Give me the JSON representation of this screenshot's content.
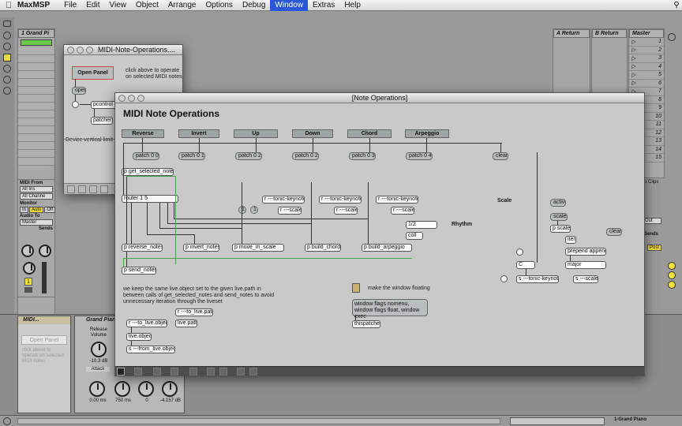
{
  "menubar": {
    "app": "MaxMSP",
    "items": [
      "File",
      "Edit",
      "View",
      "Object",
      "Arrange",
      "Options",
      "Debug",
      "Window",
      "Extras",
      "Help"
    ],
    "active": "Window"
  },
  "live": {
    "track1": "1 Grand Pi",
    "a_return": "A Return",
    "b_return": "B Return",
    "master": "Master",
    "master_rows": [
      "1",
      "2",
      "3",
      "4",
      "5",
      "6",
      "7",
      "8",
      "9",
      "10",
      "11",
      "12",
      "13",
      "14",
      "15"
    ],
    "stop_clips": "p Clips",
    "midi_from": "MIDI From",
    "midi_from_value": "All Ins",
    "channel_value": "All Channe",
    "monitor": "Monitor",
    "monitor_in": "In",
    "monitor_auto": "Auto",
    "monitor_off": "Off",
    "audio_to": "Audio To",
    "audio_to_value": "Master",
    "sends": "Sends",
    "track_num": "1",
    "out": "Out",
    "sends_right": "Sends",
    "post": "Post",
    "device_title": "MIDI...",
    "device_open_panel": "Open Panel",
    "device_comment": "click above to operate on selected MIDI notes",
    "grand_piano": "Grand Piano",
    "release_volume": "Release Volume",
    "release_value": "-10.3 dB",
    "attack": "Attack",
    "attack_value": "0.00 ms",
    "v750": "750 ms",
    "v0": "0",
    "v4157": "-4.157 dB",
    "bottom_track": "1-Grand Piano"
  },
  "small_window": {
    "title": "MIDI-Note-Operations....",
    "open_panel": "Open Panel",
    "comment": "click above to operate on selected MIDI notes",
    "open": "open",
    "pcontrol": "pcontrol",
    "patcher": "patcher",
    "device_vertical": "Device vertical limit"
  },
  "main_window": {
    "title": "[Note Operations]",
    "heading": "MIDI Note Operations",
    "buttons": [
      "Reverse",
      "Invert",
      "Up",
      "Down",
      "Chord",
      "Arpeggio"
    ],
    "patch_msgs": [
      "patch 0 0",
      "patch 0 1",
      "patch 0 2",
      "patch 0 2",
      "patch 0 3",
      "patch 0 4"
    ],
    "clear1": "clear",
    "get_selected": "p get_selected_notes",
    "router": "router 1 5",
    "tonic1": "r ---tonic-keynote",
    "tonic2": "r ---tonic-keynote",
    "tonic3": "r ---tonic-keynote",
    "scale1": "r ---scale",
    "scale2": "r ---scale",
    "scale3": "r ---scale",
    "num1": "1",
    "num2": "1",
    "rhythm_value": "1/2",
    "rhythm_label": "Rhythm",
    "coll": "coll",
    "subpatches": [
      "p reverse_notes",
      "p invert_notes",
      "p move_in_scale",
      "p build_chord",
      "p build_arpeggio"
    ],
    "send_notes": "p send_notes",
    "scale_label": "Scale",
    "active": "active",
    "scales": "scales",
    "p_scales": "p scales",
    "iter": "iter",
    "prepend": "prepend append",
    "clear2": "clear",
    "key_value": "C",
    "mode_value": "major",
    "s_tonic": "s ---tonic-keynote",
    "s_scale": "s ---scale",
    "comment_liveobj": "we keep the same live.object set to the given live.path in between calls of get_selected_notes and send_notes to avoid unnecessary iteration through the liveset",
    "r_to_live_path": "r ---to_live.path",
    "r_to_live_object": "r ---to_live.object",
    "live_path": "live.path",
    "live_object": "live.object",
    "s_from_live": "s ---from_live.object",
    "floating_comment": "make the window floating",
    "window_flags": "window flags nomenu, window flags float, window exec",
    "thispatcher": "thispatcher"
  }
}
